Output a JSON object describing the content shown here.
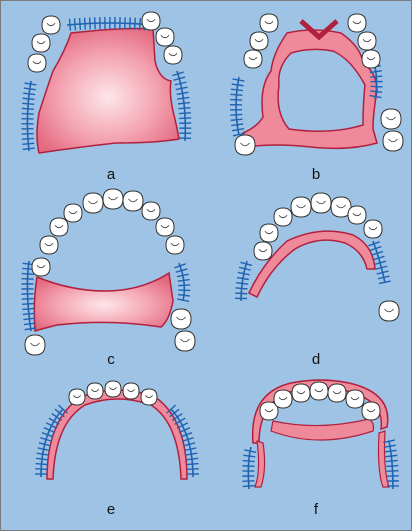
{
  "panels": [
    {
      "label": "a"
    },
    {
      "label": "b"
    },
    {
      "label": "c"
    },
    {
      "label": "d"
    },
    {
      "label": "e"
    },
    {
      "label": "f"
    }
  ],
  "colors": {
    "background": "#9ec3e4",
    "denture_fill": "#ee8a9a",
    "denture_edge": "#b2203f",
    "clasp": "#1f63b3",
    "tooth_fill": "#ffffff",
    "tooth_outline": "#333333"
  },
  "icons": [
    "tooth-icon",
    "clasp-icon",
    "denture-base-icon"
  ]
}
